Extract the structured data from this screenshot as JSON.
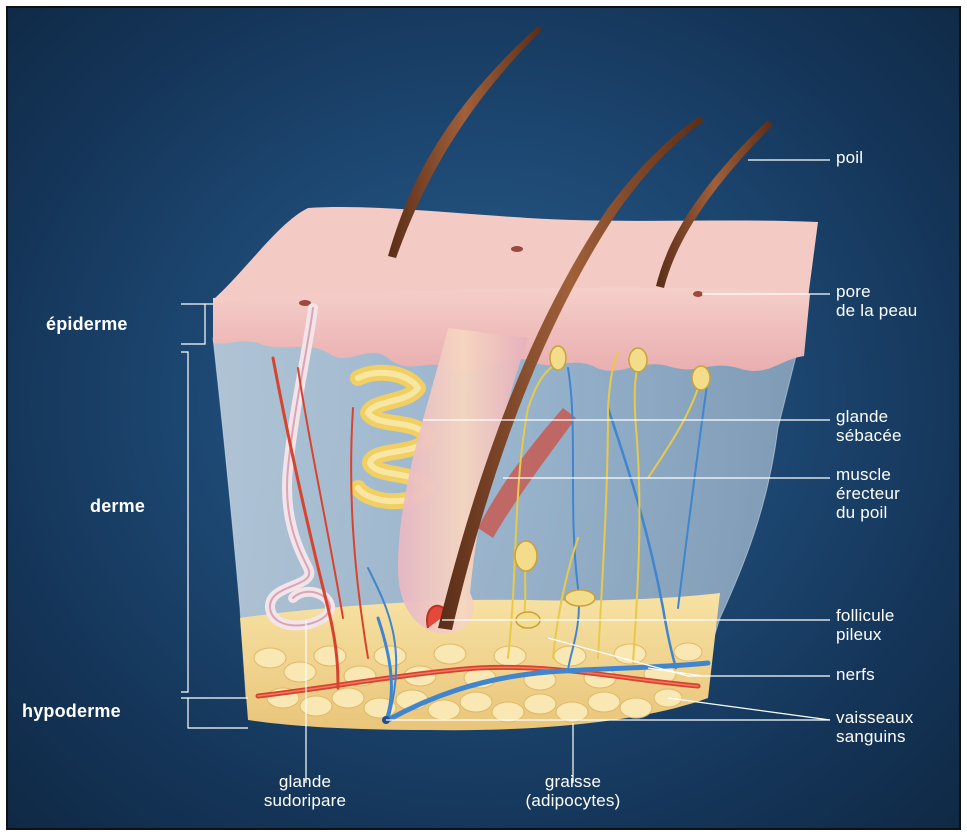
{
  "labels": {
    "poil": "poil",
    "pore": "pore\nde la peau",
    "glande_sebacee": "glande\nsébacée",
    "muscle": "muscle\nérecteur\ndu poil",
    "follicule": "follicule\npileux",
    "nerfs": "nerfs",
    "vaisseaux": "vaisseaux\nsanguins",
    "epiderme": "épiderme",
    "derme": "derme",
    "hypoderme": "hypoderme",
    "glande_sudoripare": "glande\nsudoripare",
    "graisse": "graisse\n(adipocytes)"
  },
  "colors": {
    "background": "#1c4670",
    "epidermis": "#f2c4c0",
    "dermis": "#b9cfe0",
    "fat": "#f3d890",
    "hair": "#7a3f24",
    "artery": "#d8432e",
    "vein": "#3f86cf",
    "nerve": "#e8c94a",
    "label_text": "#ffffff"
  }
}
